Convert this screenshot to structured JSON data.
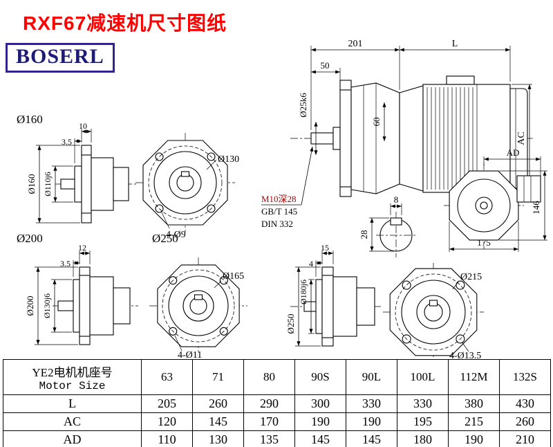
{
  "page": {
    "title": "RXF67减速机尺寸图纸",
    "brand": "BOSERL"
  },
  "colors": {
    "title_red": "#fe0000",
    "brand_blue": "#1c1c77",
    "note_red": "#aa0000"
  },
  "main_view": {
    "dim_201": "201",
    "dim_l": "L",
    "dim_50": "50",
    "shaft_dia": "Ø25k6",
    "dim_60": "60",
    "dim_ac": "AC",
    "note_line1": "M10深28",
    "note_line2": "GB/T 145",
    "note_line3": "DIN 332"
  },
  "key_section": {
    "dim_width": "8",
    "dim_height": "28"
  },
  "motor_end_view": {
    "dim_ad": "AD",
    "dim_146": "146",
    "dim_175": "175"
  },
  "side_view_1": {
    "label": "Ø160",
    "dim_a": "10",
    "dim_b": "3.5",
    "outer_dia": "Ø160",
    "spigot_dia": "Ø110j6"
  },
  "front_view_1": {
    "bolt_circle": "Ø130",
    "holes": "4-Ø9"
  },
  "side_view_2": {
    "label": "Ø200",
    "dim_a": "12",
    "dim_b": "3.5",
    "outer_dia": "Ø200",
    "spigot_dia": "Ø130j6"
  },
  "front_view_2": {
    "label": "Ø250",
    "bolt_circle": "Ø165",
    "holes": "4-Ø11"
  },
  "side_view_3": {
    "dim_a": "15",
    "dim_b": "4",
    "outer_dia": "Ø250",
    "spigot_dia": "Ø180j6"
  },
  "front_view_3": {
    "bolt_circle": "Ø215",
    "holes": "4-Ø13.5"
  },
  "size_table": {
    "header_cn": "YE2电机机座号",
    "header_en": "Motor Size",
    "sizes": [
      "63",
      "71",
      "80",
      "90S",
      "90L",
      "100L",
      "112M",
      "132S"
    ],
    "rows": [
      {
        "label": "L",
        "values": [
          "205",
          "260",
          "290",
          "300",
          "330",
          "330",
          "380",
          "430"
        ]
      },
      {
        "label": "AC",
        "values": [
          "120",
          "145",
          "170",
          "190",
          "190",
          "195",
          "215",
          "260"
        ]
      },
      {
        "label": "AD",
        "values": [
          "110",
          "130",
          "135",
          "145",
          "145",
          "180",
          "190",
          "210"
        ]
      }
    ]
  }
}
